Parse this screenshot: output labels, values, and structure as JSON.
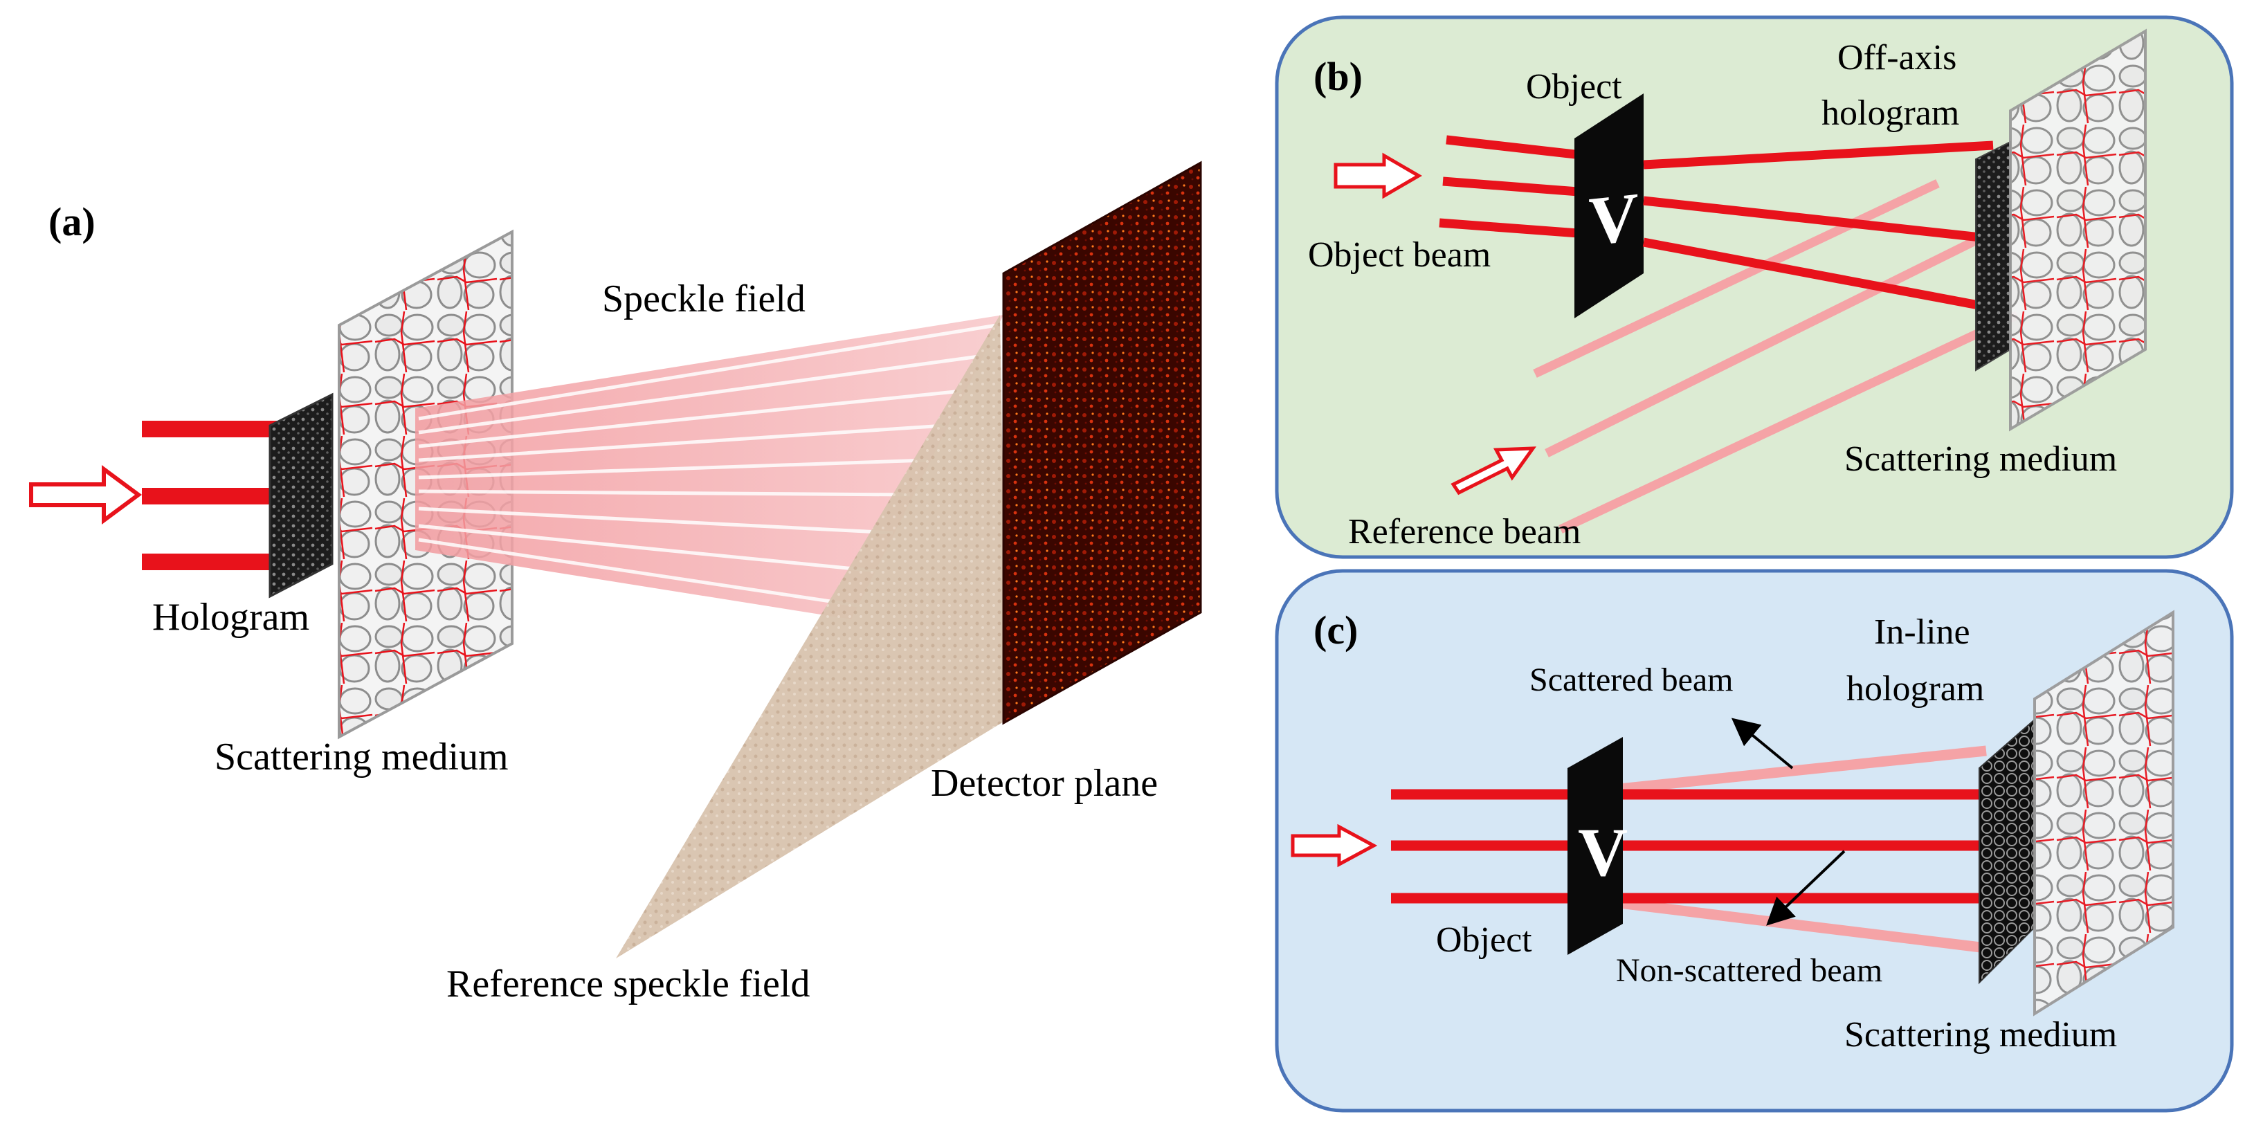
{
  "panel_a": {
    "tag": "(a)",
    "labels": {
      "hologram": "Hologram",
      "scattering_medium": "Scattering medium",
      "speckle_field": "Speckle field",
      "detector_plane": "Detector plane",
      "reference_speckle_field": "Reference speckle field"
    }
  },
  "panel_b": {
    "tag": "(b)",
    "labels": {
      "object": "Object",
      "object_glyph": "V",
      "off_axis_line1": "Off-axis",
      "off_axis_line2": "hologram",
      "object_beam": "Object beam",
      "reference_beam": "Reference beam",
      "scattering_medium": "Scattering medium"
    }
  },
  "panel_c": {
    "tag": "(c)",
    "labels": {
      "object": "Object",
      "object_glyph": "V",
      "scattered_beam": "Scattered beam",
      "in_line_line1": "In-line",
      "in_line_line2": "hologram",
      "non_scattered_beam": "Non-scattered beam",
      "scattering_medium": "Scattering medium"
    }
  },
  "colors": {
    "beam_red": "#e8121b",
    "beam_light": "#f5a3a6",
    "speckle_pink": "#f6c6c8",
    "panel_b_bg": "#dcebd3",
    "panel_c_bg": "#d6e7f5",
    "panel_border": "#4a74b8",
    "detector_dark": "#3a0600",
    "detector_hot": "#c8210a",
    "reference_beige": "#d9c4b0",
    "medium_grey": "#9a9a9a"
  }
}
